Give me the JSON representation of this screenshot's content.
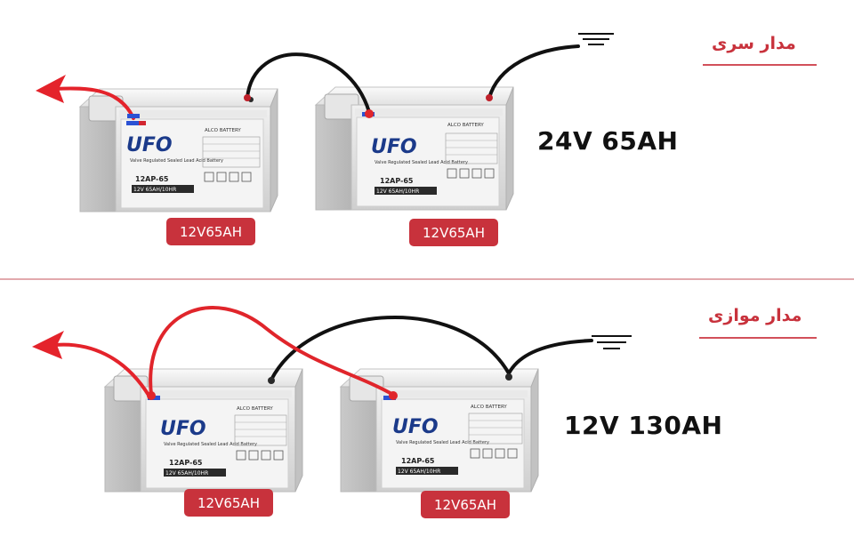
{
  "colors": {
    "accent_red": "#c8323c",
    "wire_black": "#111111",
    "wire_red": "#e0252b",
    "arrow_red": "#e4232b",
    "battery_body": "#dcdcdc"
  },
  "sections": {
    "series": {
      "title": "مدار سری",
      "total_rating": "24V 65AH",
      "batteries": [
        {
          "badge": "12V65AH",
          "model": "12AP-65",
          "spec": "12V 65AH/10HR",
          "brand": "UFO",
          "subtitle": "Valve Regulated Sealed Lead Acid Battery",
          "maker": "ALCO BATTERY"
        },
        {
          "badge": "12V65AH",
          "model": "12AP-65",
          "spec": "12V 65AH/10HR",
          "brand": "UFO",
          "subtitle": "Valve Regulated Sealed Lead Acid Battery",
          "maker": "ALCO BATTERY"
        }
      ]
    },
    "parallel": {
      "title": "مدار موازی",
      "total_rating": "12V 130AH",
      "batteries": [
        {
          "badge": "12V65AH",
          "model": "12AP-65",
          "spec": "12V 65AH/10HR",
          "brand": "UFO",
          "subtitle": "Valve Regulated Sealed Lead Acid Battery",
          "maker": "ALCO BATTERY"
        },
        {
          "badge": "12V65AH",
          "model": "12AP-65",
          "spec": "12V 65AH/10HR",
          "brand": "UFO",
          "subtitle": "Valve Regulated Sealed Lead Acid Battery",
          "maker": "ALCO BATTERY"
        }
      ]
    }
  },
  "icons": [
    "battery-icon",
    "ground-symbol-icon",
    "output-arrow-icon",
    "wire-icon"
  ]
}
